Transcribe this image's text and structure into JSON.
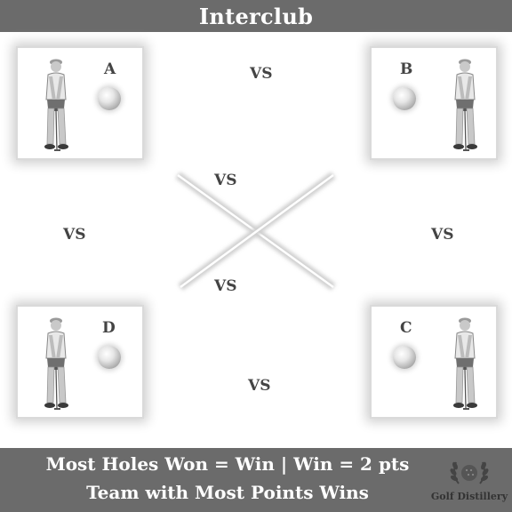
{
  "title": "Interclub",
  "teams": [
    {
      "label": "A"
    },
    {
      "label": "B"
    },
    {
      "label": "D"
    },
    {
      "label": "C"
    }
  ],
  "match_label": "VS",
  "footer": {
    "line1": "Most Holes Won = Win | Win = 2 pts",
    "line2": "Team with Most Points Wins"
  },
  "brand": "Golf Distillery",
  "colors": {
    "bar": "#6b6b6b",
    "text": "#444444",
    "connector": "#d8d8d8"
  }
}
